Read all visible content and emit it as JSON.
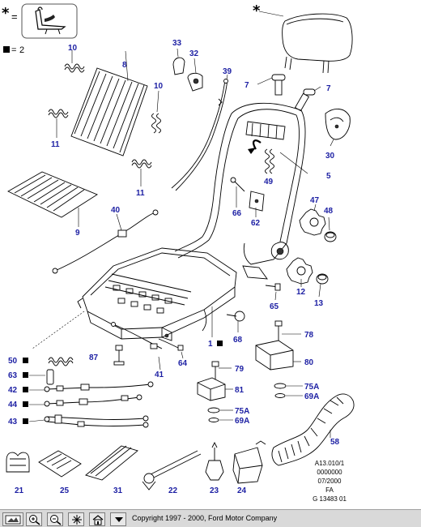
{
  "legend": {
    "star": "*",
    "equals": "=",
    "square_value": "2"
  },
  "callouts": {
    "c10a": "10",
    "c8": "8",
    "c33": "33",
    "c32": "32",
    "c39": "39",
    "c10b": "10",
    "c11a": "11",
    "c11b": "11",
    "c9": "9",
    "c40": "40",
    "c7a": "7",
    "c7b": "7",
    "c30": "30",
    "c5": "5",
    "c49": "49",
    "c66": "66",
    "c62": "62",
    "c47": "47",
    "c48": "48",
    "c12": "12",
    "c13": "13",
    "c65": "65",
    "c1": "1",
    "c68": "68",
    "c78": "78",
    "c80": "80",
    "c50": "50",
    "c87": "87",
    "c64": "64",
    "c41": "41",
    "c63": "63",
    "c42": "42",
    "c44": "44",
    "c43": "43",
    "c79": "79",
    "c81": "81",
    "c75a": "75A",
    "c69a": "69A",
    "c75b": "75A",
    "c69b": "69A",
    "c58": "58",
    "c21": "21",
    "c25": "25",
    "c31": "31",
    "c22": "22",
    "c23": "23",
    "c24": "24"
  },
  "ref_codes": {
    "line1": "A13.010/1",
    "line2": "0000000",
    "line3": "07/2000",
    "line4": "FA",
    "line5": "G 13483 01"
  },
  "toolbar": {
    "copyright": "Copyright 1997 - 2000, Ford Motor Company",
    "buttons": [
      "navigator-icon",
      "zoom-in-icon",
      "zoom-out-icon",
      "fit-icon",
      "home-icon",
      "dropdown-icon"
    ]
  }
}
